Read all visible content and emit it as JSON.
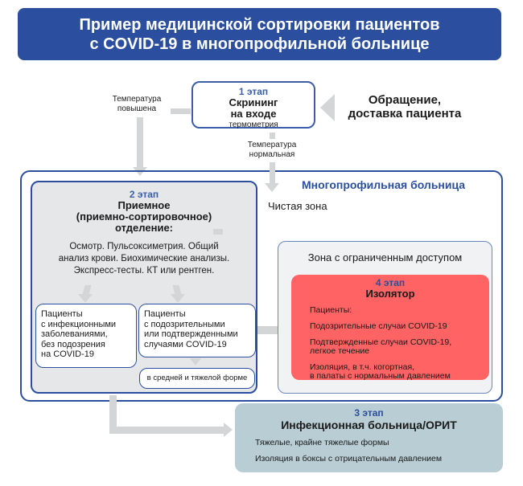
{
  "title": {
    "line1": "Пример медицинской сортировки пациентов",
    "line2": "с COVID-19 в многопрофильной больнице"
  },
  "stage1": {
    "label": "1 этап",
    "title1": "Скрининг",
    "title2": "на входе",
    "sub": "термометрия"
  },
  "arrival": {
    "line1": "Обращение,",
    "line2": "доставка пациента"
  },
  "temp_high": {
    "line1": "Температура",
    "line2": "повышена"
  },
  "temp_normal": {
    "line1": "Температура",
    "line2": "нормальная"
  },
  "hospital": {
    "title": "Многопрофильная больница",
    "clean_zone": "Чистая зона"
  },
  "stage2": {
    "label": "2 этап",
    "title1": "Приемное",
    "title2": "(приемно-сортировочное)",
    "title3": "отделение:",
    "desc1": "Осмотр. Пульсоксиметрия. Общий",
    "desc2": "анализ крови. Биохимические анализы.",
    "desc3": "Экспресс-тесты. КТ или рентген.",
    "box_left": [
      "Пациенты",
      "с инфекционными",
      "заболеваниями,",
      "без подозрения",
      "на COVID-19"
    ],
    "box_mid": [
      "Пациенты",
      "с подозрительными",
      "или подтвержденными",
      "случаями COVID-19"
    ],
    "box_severe": "в средней и тяжелой форме"
  },
  "restricted": {
    "title": "Зона с ограниченным доступом"
  },
  "stage4": {
    "label": "4 этап",
    "title": "Изолятор",
    "patients": "Пациенты:",
    "item1": "Подозрительные случаи COVID-19",
    "item2a": "Подтвержденные случаи COVID-19,",
    "item2b": "легкое течение",
    "item3a": "Изоляция, в т.ч. когортная,",
    "item3b": "в палаты с нормальным давлением"
  },
  "stage3": {
    "label": "3 этап",
    "title": "Инфекционная больница/ОРИТ",
    "item1": "Тяжелые, крайне тяжелые формы",
    "item2": "Изоляция в боксы с отрицательным давлением"
  }
}
